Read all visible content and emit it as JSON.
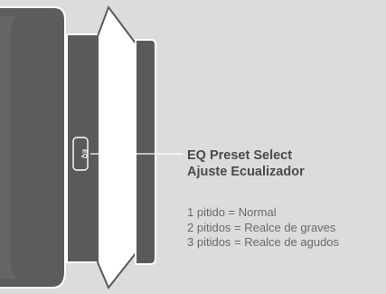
{
  "button": {
    "label": "EQ"
  },
  "callout": {
    "title_en": "EQ Preset Select",
    "title_es": "Ajuste Ecualizador",
    "modes": [
      "1 pitido = Normal",
      "2 pitidos = Realce de graves",
      "3 pitidos = Realce de agudos"
    ]
  },
  "colors": {
    "background": "#dcdcdc",
    "housing": "#5a5a5a",
    "housing_edge": "#ffffff",
    "text_title": "#4a4a4a",
    "text_body": "#6a6a6a"
  }
}
